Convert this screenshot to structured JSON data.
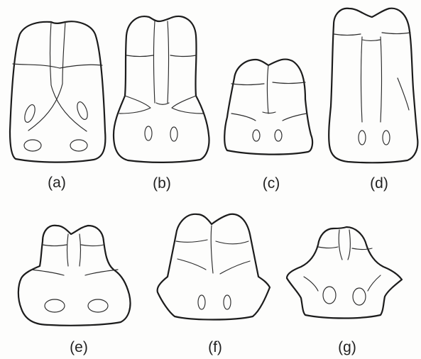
{
  "figure": {
    "panels": [
      {
        "id": "a",
        "label": "(a)"
      },
      {
        "id": "b",
        "label": "(b)"
      },
      {
        "id": "c",
        "label": "(c)"
      },
      {
        "id": "d",
        "label": "(d)"
      },
      {
        "id": "e",
        "label": "(e)"
      },
      {
        "id": "f",
        "label": "(f)"
      },
      {
        "id": "g",
        "label": "(g)"
      }
    ],
    "colors": {
      "ink": "#1c1c1c",
      "paper": "#fdfdfc"
    }
  }
}
